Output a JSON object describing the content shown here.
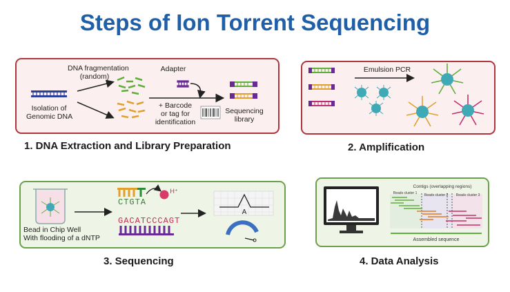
{
  "title": "Steps of Ion Torrent Sequencing",
  "steps": {
    "s1": {
      "caption": "1. DNA Extraction and Library Preparation",
      "fragmentation_line1": "DNA fragmentation",
      "fragmentation_line2": "(random)",
      "adapter": "Adapter",
      "isolation_line1": "Isolation of",
      "isolation_line2": "Genomic DNA",
      "barcode_line1": "+ Barcode",
      "barcode_line2": "or tag for",
      "barcode_line3": "identification",
      "library_line1": "Sequencing",
      "library_line2": "library"
    },
    "s2": {
      "caption": "2. Amplification",
      "pcr_label": "Emulsion PCR"
    },
    "s3": {
      "caption": "3. Sequencing",
      "bead_line1": "Bead in Chip Well",
      "bead_line2": "With flooding of a dNTP",
      "top_seq": "CTGTA",
      "bottom_seq": "GACATCCCAGT",
      "hplus": "H⁺",
      "peak_label": "A"
    },
    "s4": {
      "caption": "4. Data Analysis",
      "contigs": "Contigs (overlapping regions)",
      "cluster1": "Reads cluster 1",
      "cluster2": "Reads cluster 2",
      "cluster3": "Reads cluster 3",
      "assembled": "Assembled sequence"
    }
  },
  "colors": {
    "title": "#1f5fa8",
    "red_border": "#b0353b",
    "green_border": "#6aa04a",
    "dna_blue": "#2a3f9e",
    "orange": "#e0a030",
    "green": "#5fae3a",
    "purple": "#6a2a96",
    "teal_bead": "#3fa9b5"
  },
  "icons": [
    "dna-fragment-icon",
    "barcode-icon",
    "bead-icon",
    "beaker-icon",
    "monitor-icon",
    "sensor-icon"
  ]
}
